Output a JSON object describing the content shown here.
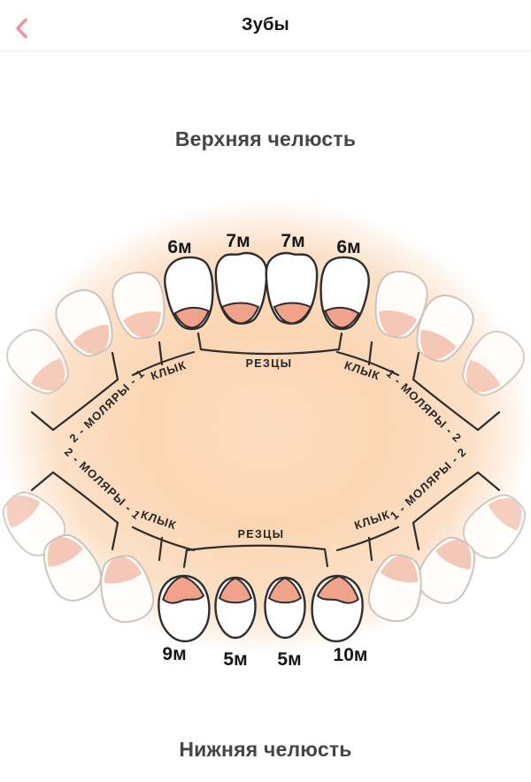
{
  "header": {
    "title": "Зубы",
    "back_icon": "chevron-left"
  },
  "sections": {
    "upper_jaw_heading": "Верхняя челюсть",
    "lower_jaw_heading": "Нижняя челюсть"
  },
  "diagram": {
    "upper": {
      "ages": [
        "6м",
        "7м",
        "7м",
        "6м"
      ],
      "groups": {
        "molars_left": "2 - МОЛЯРЫ - 1",
        "canine": "КЛЫК",
        "incisors": "РЕЗЦЫ",
        "molars_right": "1 - МОЛЯРЫ - 2"
      }
    },
    "lower": {
      "ages": [
        "9м",
        "5м",
        "5м",
        "10м"
      ],
      "groups": {
        "molars_left": "2 - МОЛЯРЫ - 1",
        "canine": "КЛЫК",
        "incisors": "РЕЗЦЫ",
        "molars_right": "1 - МОЛЯРЫ - 2"
      }
    },
    "colors": {
      "accent_pink": "#ef8fa2",
      "outline": "#2d2d2d",
      "erupted_tip_pink": "#f0a28b",
      "faded_tip_pink": "#f4c7b6",
      "gradient_peach": "#fbd6b4"
    }
  }
}
